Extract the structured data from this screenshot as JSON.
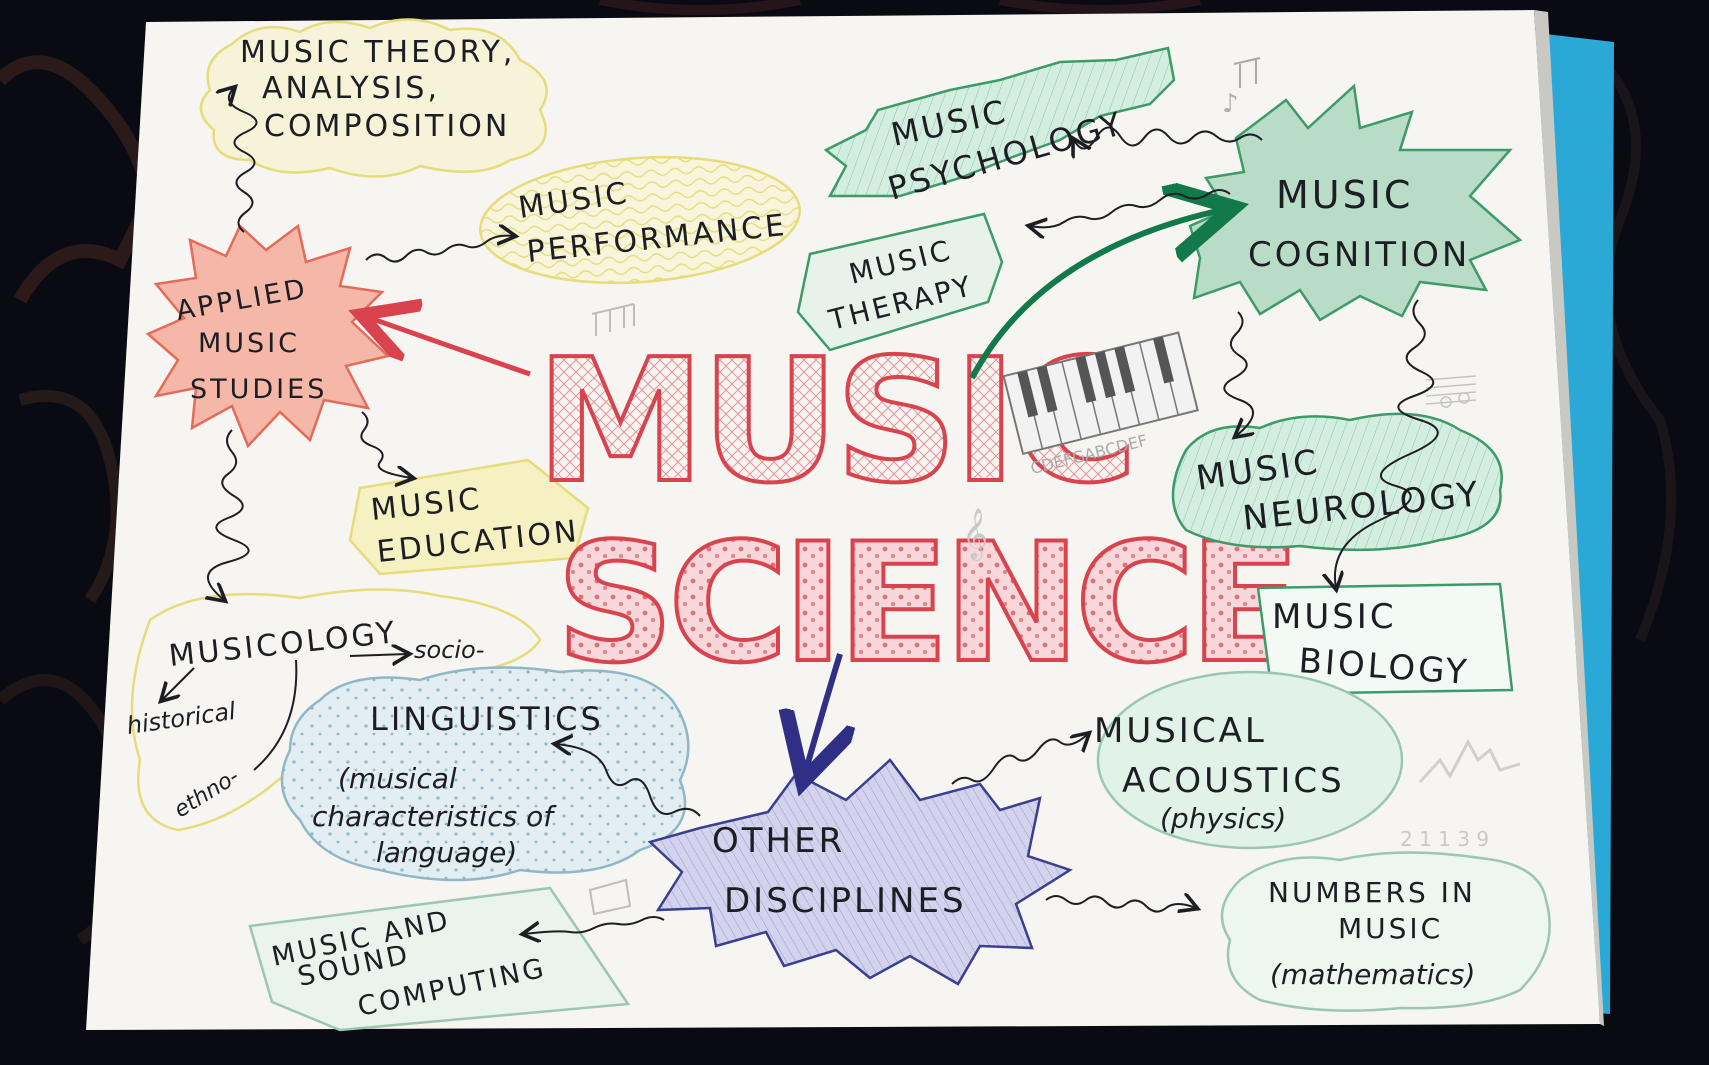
{
  "title": {
    "line1": "MUSIC",
    "line2": "SCIENCE"
  },
  "nodes": {
    "theory": [
      "MUSIC THEORY,",
      "ANALYSIS,",
      "COMPOSITION"
    ],
    "performance": [
      "MUSIC",
      "PERFORMANCE"
    ],
    "applied": [
      "APPLIED",
      "MUSIC",
      "STUDIES"
    ],
    "education": [
      "MUSIC",
      "EDUCATION"
    ],
    "musicology": {
      "label": "MUSICOLOGY",
      "socio": "socio-",
      "historical": "historical",
      "ethno": "ethno-"
    },
    "psychology": [
      "MUSIC",
      "PSYCHOLOGY"
    ],
    "therapy": [
      "MUSIC",
      "THERAPY"
    ],
    "cognition": [
      "MUSIC",
      "COGNITION"
    ],
    "neurology": [
      "MUSIC",
      "NEUROLOGY"
    ],
    "biology": [
      "MUSIC",
      "BIOLOGY"
    ],
    "linguistics": [
      "LINGUISTICS",
      "(musical",
      "characteristics of",
      "language)"
    ],
    "acoustics": [
      "MUSICAL",
      "ACOUSTICS",
      "(physics)"
    ],
    "other": [
      "OTHER",
      "DISCIPLINES"
    ],
    "computing": [
      "MUSIC AND",
      "SOUND",
      "COMPUTING"
    ],
    "numbers": [
      "NUMBERS IN",
      "MUSIC",
      "(mathematics)"
    ]
  },
  "decorations": {
    "keyboard_letters": "CDEFGABCDEF",
    "digits": "2 1 1 3 9",
    "music_note": "♪"
  },
  "colors": {
    "paper": "#f6f5f1",
    "backdrop": "#0a0a12",
    "red": "#d9434e",
    "pink_fill": "#f3c3c6",
    "yellow": "#e6dc7a",
    "green": "#3d9a6a",
    "green_fill": "#bfe3cf",
    "blue": "#8fb7c8",
    "blue_fill": "#d5e6ec",
    "purple": "#3b3f8f",
    "purple_fill": "#c9c9e8",
    "ink": "#1d1d24",
    "teal_edge": "#2aa9d6"
  }
}
